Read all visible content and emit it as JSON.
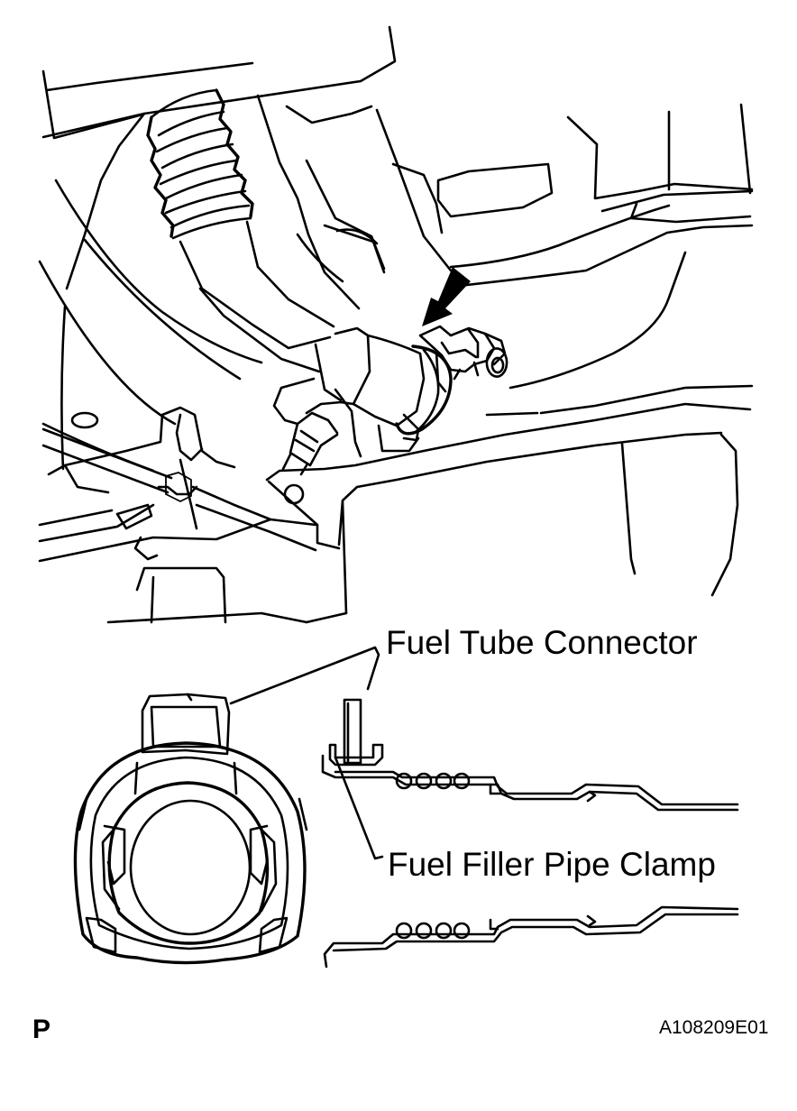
{
  "labels": {
    "fuel_tube_connector": "Fuel Tube Connector",
    "fuel_filler_pipe_clamp": "Fuel Filler Pipe Clamp",
    "page_letter": "P",
    "figure_id": "A108209E01"
  },
  "colors": {
    "ink": "#000000",
    "paper": "#ffffff"
  },
  "icons": {
    "pointer": "black-arrow-icon"
  }
}
